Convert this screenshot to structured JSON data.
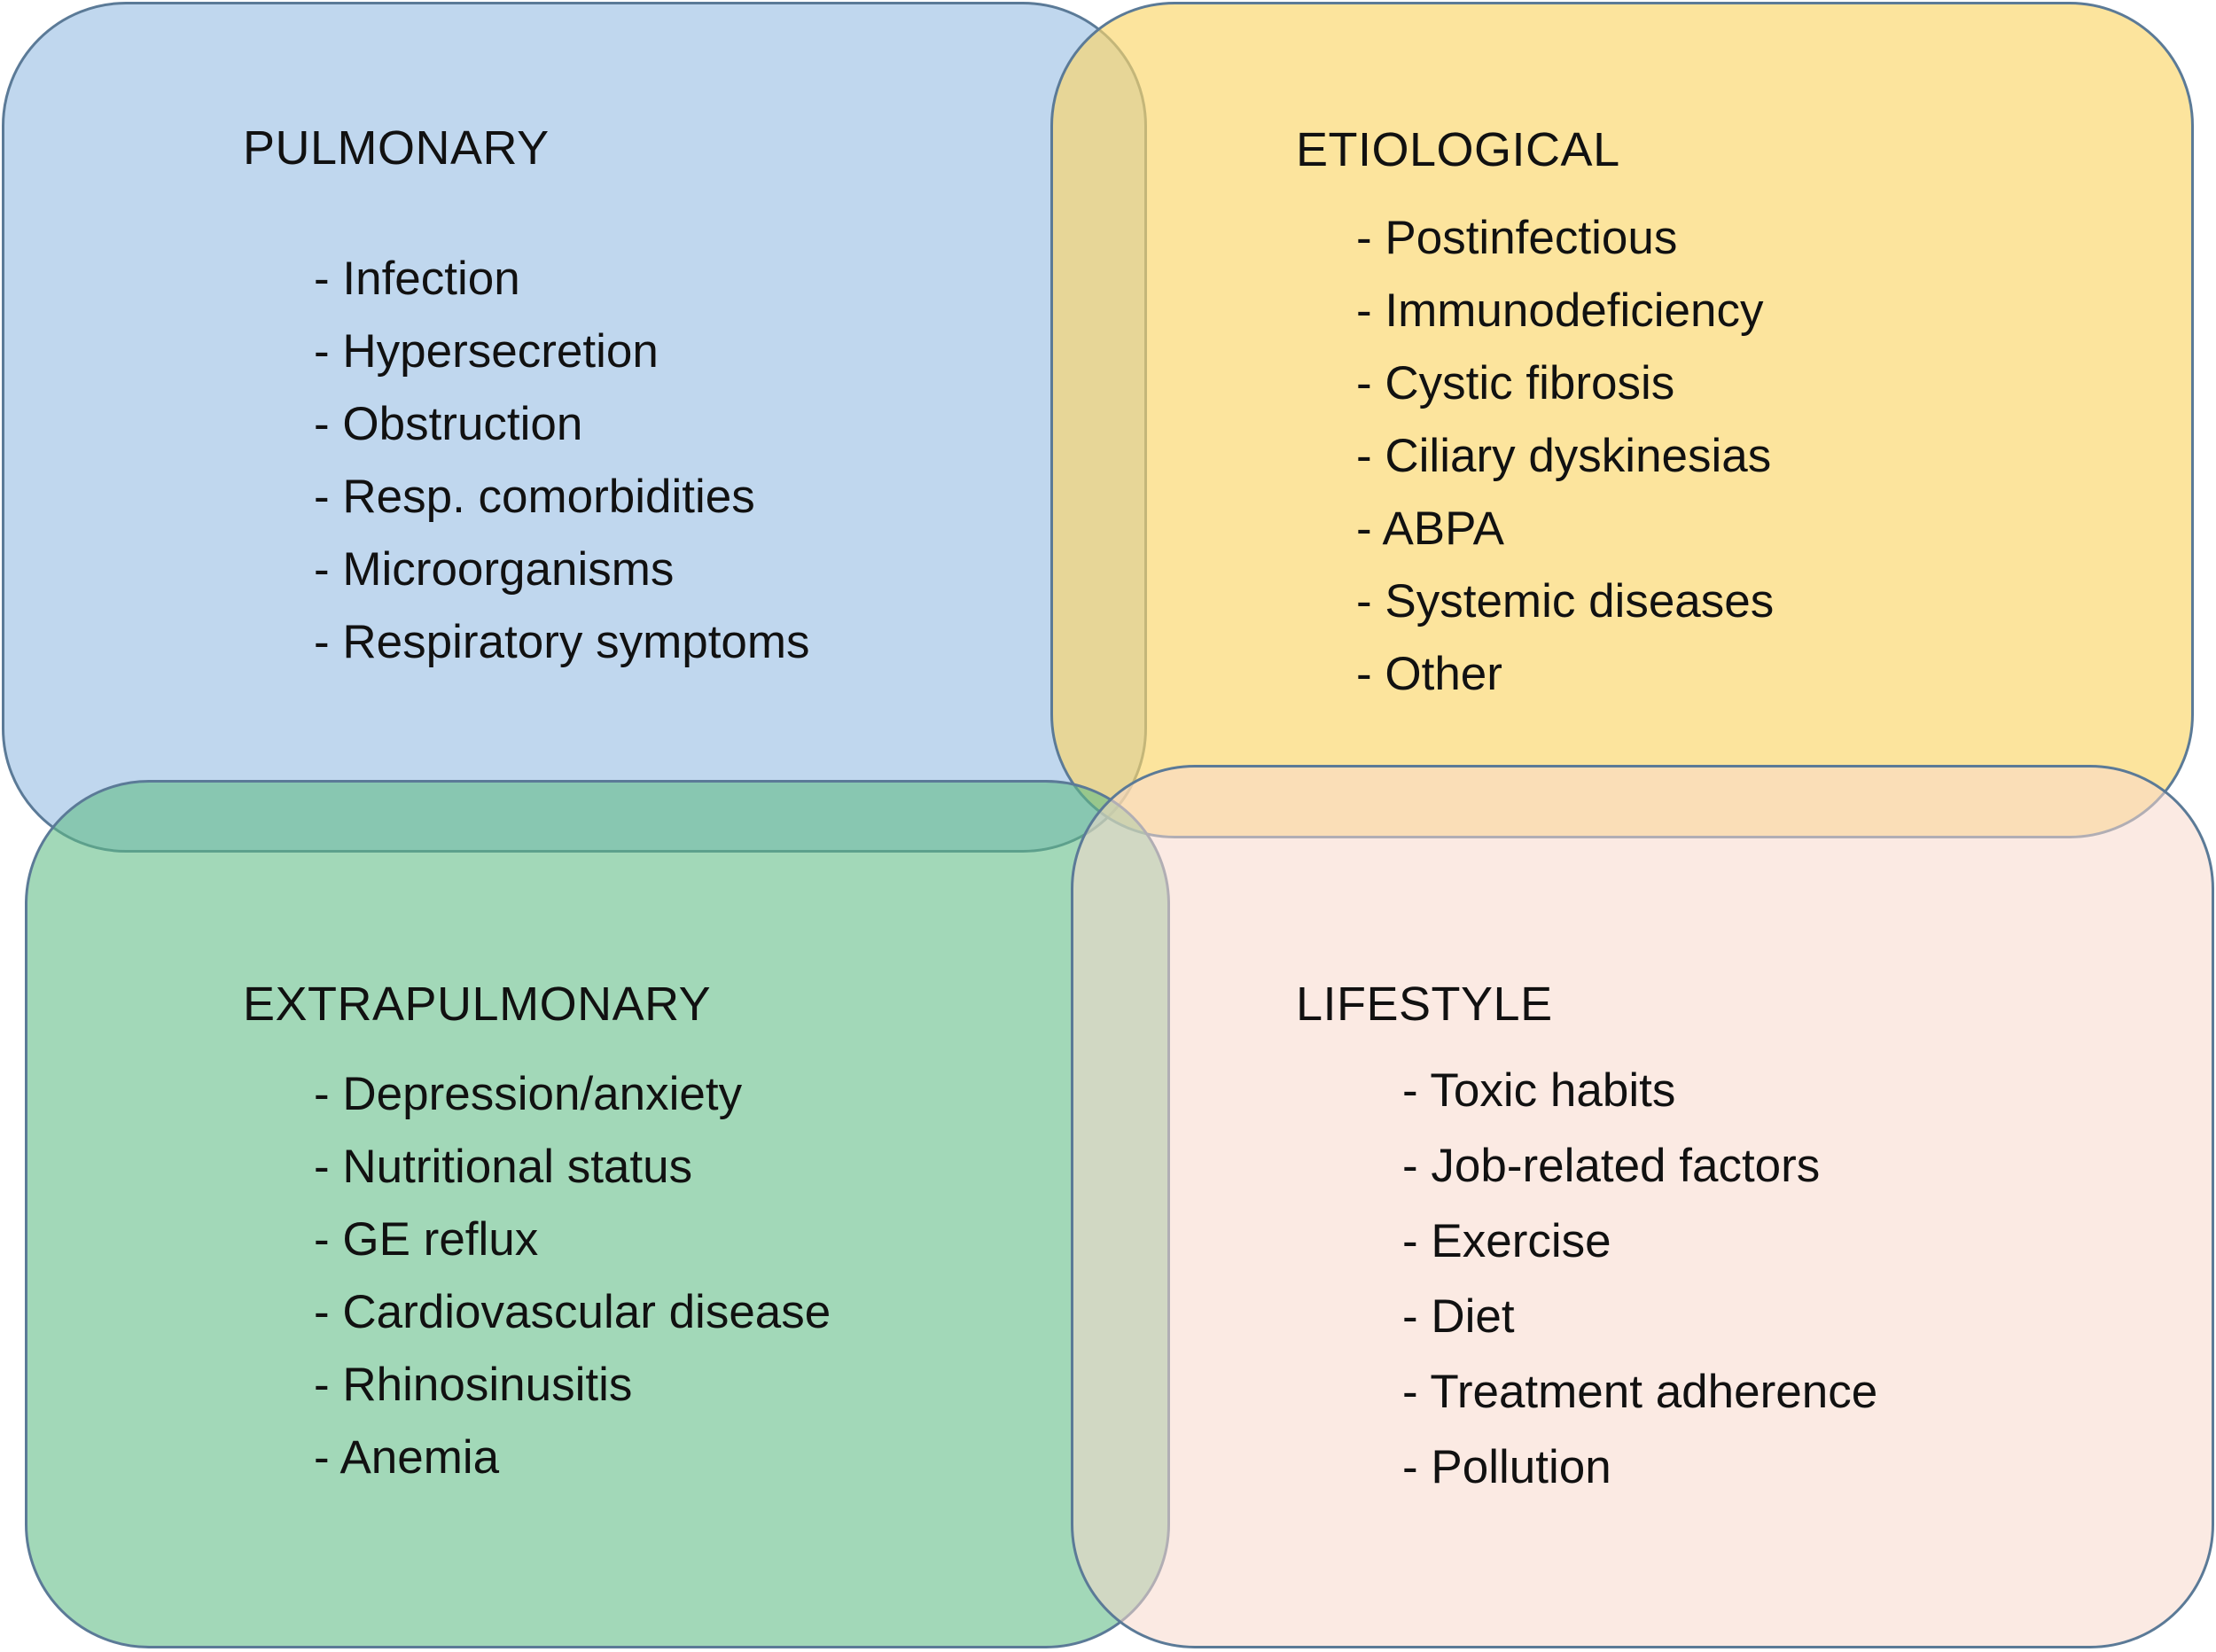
{
  "colors": {
    "pulmonary": "#a8c8e8",
    "etiological": "#fad66a",
    "extrapulmonary": "#5fbc84",
    "lifestyle": "#f7d9cc",
    "border": "#5b7a97"
  },
  "quadrants": [
    {
      "id": "pulmonary",
      "title": "PULMONARY",
      "items": [
        "- Infection",
        "- Hypersecretion",
        "- Obstruction",
        "- Resp. comorbidities",
        "- Microorganisms",
        "- Respiratory symptoms"
      ]
    },
    {
      "id": "etiological",
      "title": "ETIOLOGICAL",
      "items": [
        "- Postinfectious",
        "- Immunodeficiency",
        "- Cystic fibrosis",
        "- Ciliary dyskinesias",
        "- ABPA",
        "- Systemic diseases",
        "- Other"
      ]
    },
    {
      "id": "extrapulmonary",
      "title": "EXTRAPULMONARY",
      "items": [
        "- Depression/anxiety",
        "- Nutritional status",
        "- GE reflux",
        "- Cardiovascular disease",
        "- Rhinosinusitis",
        "- Anemia"
      ]
    },
    {
      "id": "lifestyle",
      "title": "LIFESTYLE",
      "items": [
        "- Toxic habits",
        "- Job-related factors",
        "- Exercise",
        "- Diet",
        "- Treatment adherence",
        "- Pollution"
      ]
    }
  ]
}
